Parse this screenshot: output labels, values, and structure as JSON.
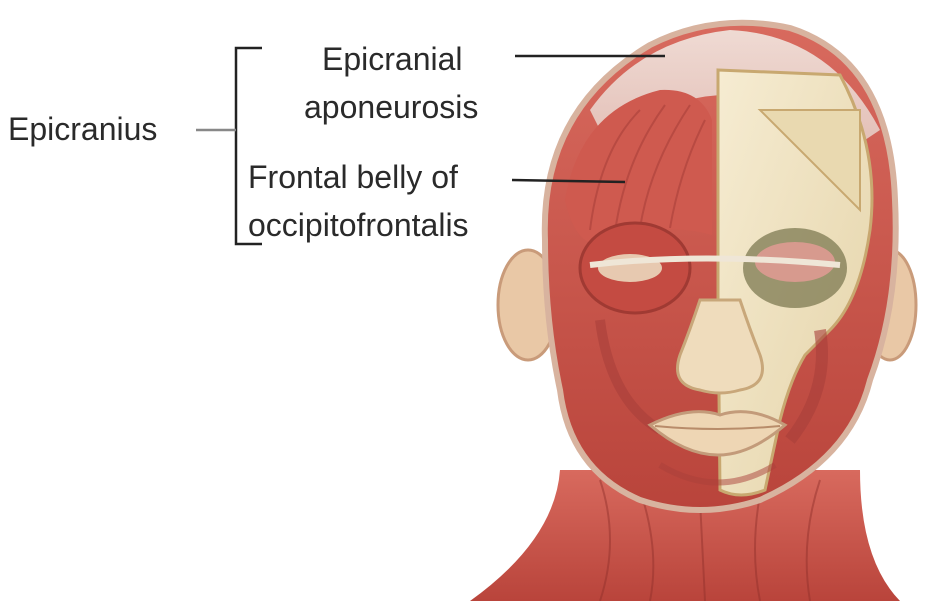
{
  "labels": {
    "group": "Epicranius",
    "aponeurosis_line1": "Epicranial",
    "aponeurosis_line2": "aponeurosis",
    "frontal_line1": "Frontal belly of",
    "frontal_line2": "occipitofrontalis"
  },
  "colors": {
    "background": "#ffffff",
    "muscle": "#c9544a",
    "muscle_dark": "#a83a33",
    "bone": "#efe3c2",
    "tendon": "#f1ece4",
    "leader_line": "#222222"
  },
  "icons": [
    "head-muscle-illustration"
  ]
}
